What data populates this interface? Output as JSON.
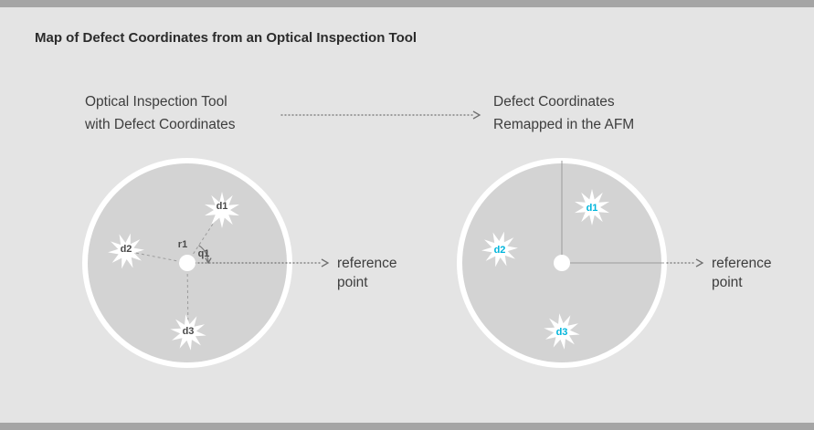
{
  "title": "Map of Defect Coordinates from an Optical Inspection Tool",
  "flow": {
    "source_label_line1": "Optical Inspection Tool",
    "source_label_line2": "with Defect Coordinates",
    "target_label_line1": "Defect Coordinates",
    "target_label_line2": "Remapped in the AFM"
  },
  "optical_diagram": {
    "defect_labels": [
      "d1",
      "d2",
      "d3"
    ],
    "radius_label": "r1",
    "angle_label": "q1",
    "reference_label_line1": "reference",
    "reference_label_line2": "point"
  },
  "afm_diagram": {
    "defect_labels": [
      "d1",
      "d2",
      "d3"
    ],
    "reference_label_line1": "reference",
    "reference_label_line2": "point"
  },
  "colors": {
    "background": "#e4e4e4",
    "edge_bar": "#a5a5a5",
    "wafer_fill": "#d3d3d3",
    "wafer_ring": "#ffffff",
    "star_fill": "#ffffff",
    "line_gray": "#9b9b9b",
    "arrow_gray": "#6f6f6f",
    "text_dark": "#2b2b2b",
    "text_body": "#3d3d3d",
    "defect_label_optical": "#4a4a4a",
    "defect_label_afm": "#00b5dc"
  }
}
